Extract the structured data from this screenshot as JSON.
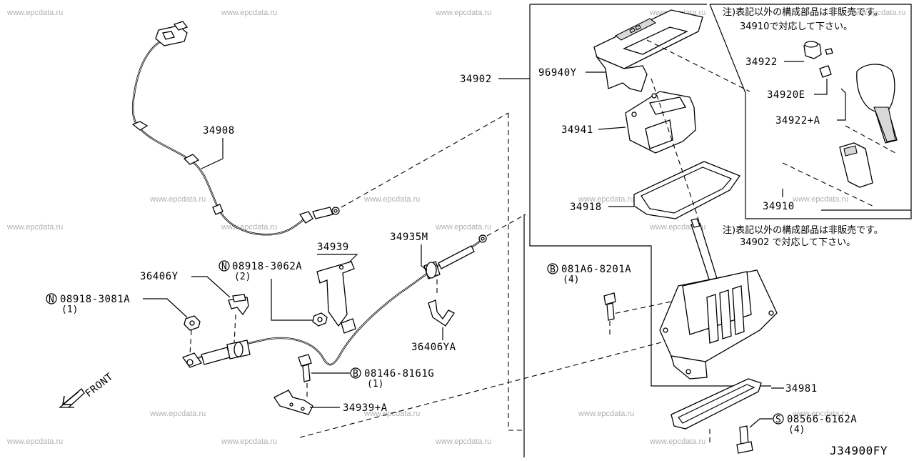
{
  "diagram": {
    "code": "J34900FY",
    "watermark": "www.epcdata.ru",
    "front_label": "FRONT",
    "notes": {
      "top": {
        "line1": "注)表記以外の構成部品は非販売です。",
        "line2": "34910で対応して下さい。"
      },
      "bottom": {
        "line1": "注)表記以外の構成部品は非販売です。",
        "line2": "34902 で対応して下さい。"
      }
    },
    "parts": {
      "p34908": "34908",
      "p34939": "34939",
      "p34935M": "34935M",
      "p08918_3062A": {
        "prefix": "N",
        "number": "08918-3062A",
        "qty": "(2)"
      },
      "p36406Y": "36406Y",
      "p08918_3081A": {
        "prefix": "N",
        "number": "08918-3081A",
        "qty": "(1)"
      },
      "p36406YA": "36406YA",
      "p08146_8161G": {
        "prefix": "B",
        "number": "08146-8161G",
        "qty": "(1)"
      },
      "p34939A": "34939+A",
      "p34902": "34902",
      "p96940Y": "96940Y",
      "p34941": "34941",
      "p34918": "34918",
      "p081A6_8201A": {
        "prefix": "B",
        "number": "081A6-8201A",
        "qty": "(4)"
      },
      "p34981": "34981",
      "p08566_6162A": {
        "prefix": "S",
        "number": "08566-6162A",
        "qty": "(4)"
      },
      "p34922": "34922",
      "p34920E": "34920E",
      "p34922A": "34922+A",
      "p34910": "34910"
    }
  }
}
